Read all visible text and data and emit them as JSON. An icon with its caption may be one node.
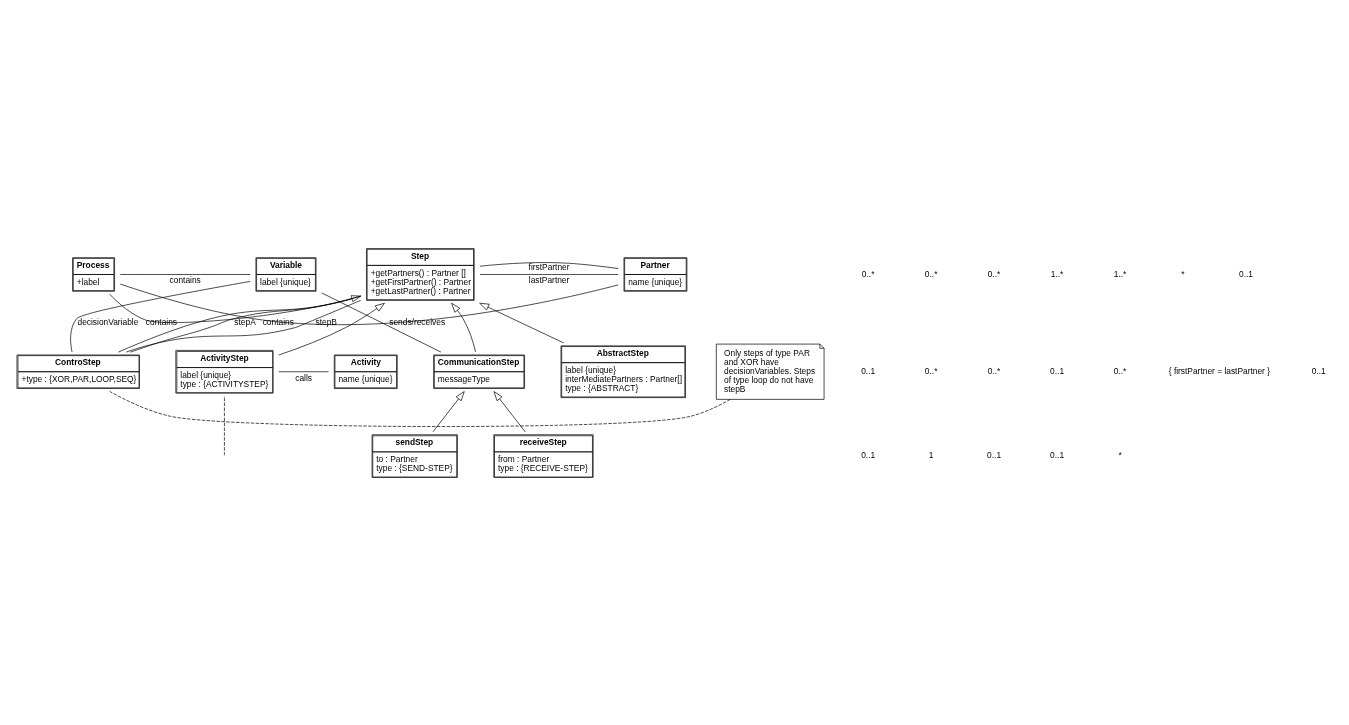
{
  "diagram": {
    "nodes": [
      {
        "text": [
          "Process",
          "+label"
        ]
      },
      {
        "text": [
          "Variable",
          "label {unique}"
        ]
      },
      {
        "text": [
          "Step",
          "+getPartners() : Partner []",
          "+getFirstPartner() : Partner",
          "+getLastPartner() : Partner"
        ]
      },
      {
        "text": [
          "Partner",
          "name {unique}"
        ]
      },
      {
        "text": [
          "ActivityStep",
          "label {unique}",
          "type : {ACTIVITYSTEP}"
        ]
      },
      {
        "text": [
          "Activity",
          "name {unique}"
        ]
      },
      {
        "text": [
          "ControStep",
          "+type : {XOR,PAR,LOOP,SEQ}"
        ]
      },
      {
        "text": [
          "CommunicationStep",
          "messageType"
        ]
      },
      {
        "text": [
          "Only steps of type PAR and XOR have decisionVariables. Steps of type loop do not have stepB"
        ]
      },
      {
        "text": [
          "AbstractStep",
          "label {unique}",
          "interMediatePartners : Partner[]",
          "type : {ABSTRACT}"
        ]
      },
      {
        "text": [
          "sendStep",
          "to : Partner",
          "type : {SEND-STEP}"
        ]
      },
      {
        "text": [
          "receiveStep",
          "from : Partner",
          "type : {RECEIVE-STEP}"
        ]
      }
    ],
    "edges": [
      {
        "from": 0,
        "to": 1,
        "arrow": "none",
        "label": "contains"
      },
      {
        "from": 0,
        "to": 3,
        "arrow": "none",
        "label": "contains"
      },
      {
        "from": 0,
        "to": 2,
        "arrow": "none",
        "label": "contains"
      },
      {
        "from": 1,
        "to": 7,
        "arrow": "none",
        "label": "sends/receives"
      },
      {
        "from": 2,
        "to": 3,
        "arrow": "none",
        "label": "lastPartner"
      },
      {
        "from": 2,
        "to": 3,
        "arrow": "none",
        "label": "firstPartner"
      },
      {
        "from": 1,
        "to": 6,
        "arrow": "none",
        "label": "decisionVariable"
      },
      {
        "from": 6,
        "to": 2,
        "arrow": "to"
      },
      {
        "from": 6,
        "to": 2,
        "arrow": "none",
        "label": "stepA"
      },
      {
        "from": 6,
        "to": 2,
        "arrow": "none",
        "label": "stepB"
      },
      {
        "from": 9,
        "to": 2,
        "arrow": "to"
      },
      {
        "from": 7,
        "to": 2,
        "arrow": "to"
      },
      {
        "from": 4,
        "to": 2,
        "arrow": "to"
      },
      {
        "from": 4,
        "to": 5,
        "arrow": "none",
        "label": "calls"
      },
      {
        "from": 10,
        "to": 7,
        "arrow": "to"
      },
      {
        "from": 11,
        "to": 7,
        "arrow": "to"
      },
      {
        "from": 8,
        "to": 6,
        "arrow": "none",
        "style": "dashed"
      },
      {
        "from": null,
        "to": 4,
        "arrow": "none",
        "style": "dashed"
      }
    ],
    "labels": [
      "0..*",
      "0..*",
      "0..*",
      "1..*",
      "1..*",
      "*",
      "0..1",
      "0..1",
      "0..*",
      "0..*",
      "0..1",
      "0..*",
      "{ firstPartner = lastPartner }",
      "0..1",
      "0..1",
      "1",
      "0..1",
      "0..1",
      "*"
    ]
  }
}
